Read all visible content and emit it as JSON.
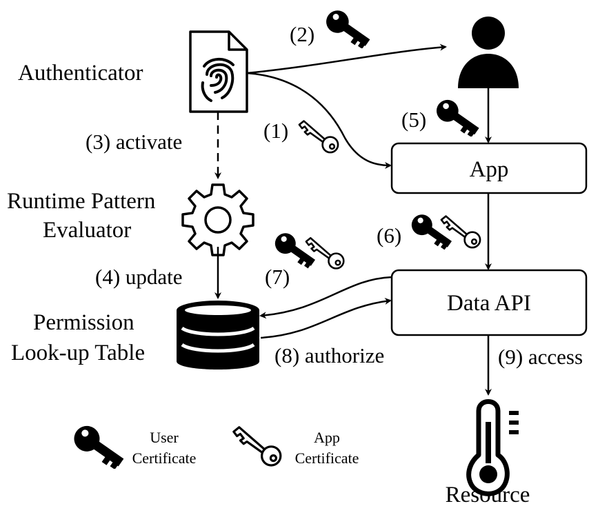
{
  "nodes": {
    "authenticator": "Authenticator",
    "evaluator_line1": "Runtime Pattern",
    "evaluator_line2": "Evaluator",
    "table_line1": "Permission",
    "table_line2": "Look-up Table",
    "app": "App",
    "data_api": "Data API",
    "resource": "Resource"
  },
  "steps": {
    "s1": "(1)",
    "s2": "(2)",
    "s3": "(3) activate",
    "s4": "(4) update",
    "s5": "(5)",
    "s6": "(6)",
    "s7": "(7)",
    "s8": "(8) authorize",
    "s9": "(9) access"
  },
  "legend": {
    "user_line1": "User",
    "user_line2": "Certificate",
    "app_line1": "App",
    "app_line2": "Certificate"
  },
  "icons": {
    "authenticator": "fingerprint-document-icon",
    "user": "user-icon",
    "evaluator": "gear-icon",
    "table": "database-icon",
    "resource": "thermometer-icon",
    "user_certificate": "black-key-icon",
    "app_certificate": "outline-key-icon"
  }
}
